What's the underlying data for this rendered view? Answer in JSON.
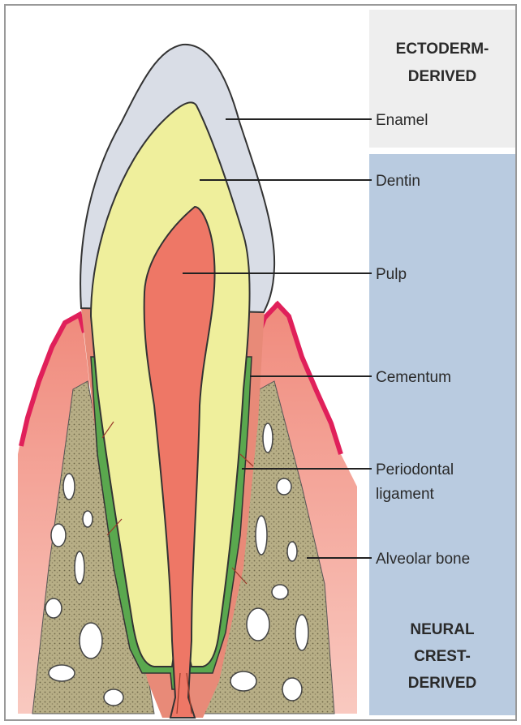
{
  "headings": {
    "ectoderm_line1": "ECTODERM-",
    "ectoderm_line2": "DERIVED",
    "neural_line1": "NEURAL",
    "neural_line2": "CREST-",
    "neural_line3": "DERIVED"
  },
  "labels": {
    "enamel": "Enamel",
    "dentin": "Dentin",
    "pulp": "Pulp",
    "cementum": "Cementum",
    "periodontal_line1": "Periodontal",
    "periodontal_line2": "ligament",
    "alveolar_bone": "Alveolar bone"
  },
  "colors": {
    "enamel": "#d9dde6",
    "dentin": "#efef9c",
    "pulp": "#ee7766",
    "cementum": "#5aa84e",
    "gum": "#f4a898",
    "gum_edge": "#e0205a",
    "bone": "#b8b088",
    "ectoderm_panel": "#eeeeee",
    "neural_panel": "#b9cbe0"
  }
}
